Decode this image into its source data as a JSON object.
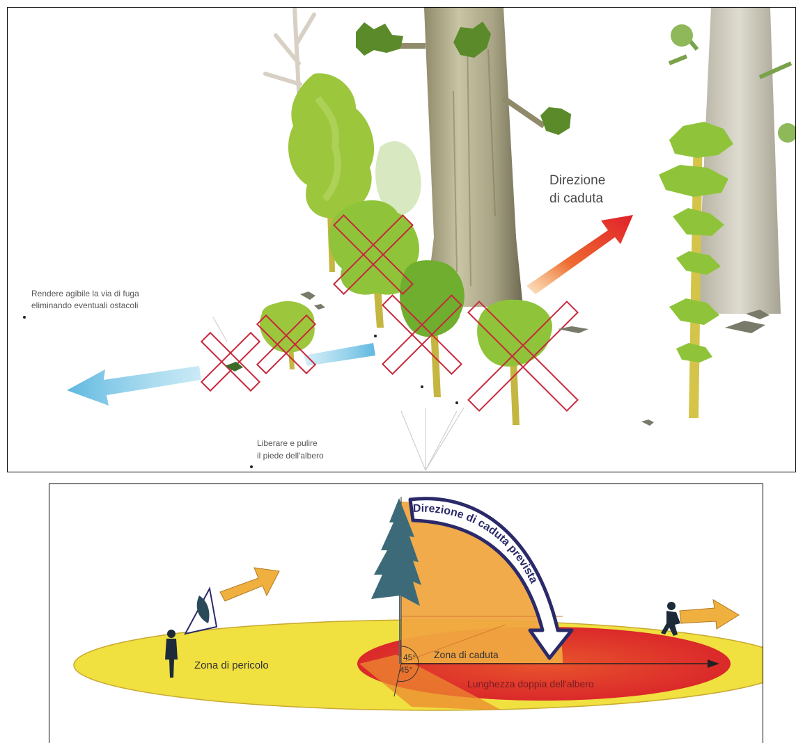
{
  "top": {
    "fall_direction_line1": "Direzione",
    "fall_direction_line2": "di caduta",
    "escape_note_line1": "Rendere agibile la via di fuga",
    "escape_note_line2": "eliminando eventuali ostacoli",
    "clear_base_line1": "Liberare e pulire",
    "clear_base_line2": "il piede dell'albero"
  },
  "bottom": {
    "planned_direction": "Direzione di caduta prevista",
    "danger_zone": "Zona di pericolo",
    "fall_zone": "Zona di caduta",
    "double_length": "Lunghezza doppia dell'albero",
    "angle_upper": "45°",
    "angle_lower": "45°"
  },
  "colors": {
    "escape_arrow": "#5fb8e0",
    "fall_arrow": "#e0302a",
    "cross_marks": "#c8283c",
    "foliage": "#8fc43a",
    "danger_zone": "#f0e040",
    "fall_zone": "#e23a2c",
    "arc_area": "#f0a640",
    "arrow_outline": "#2a2a6a"
  }
}
